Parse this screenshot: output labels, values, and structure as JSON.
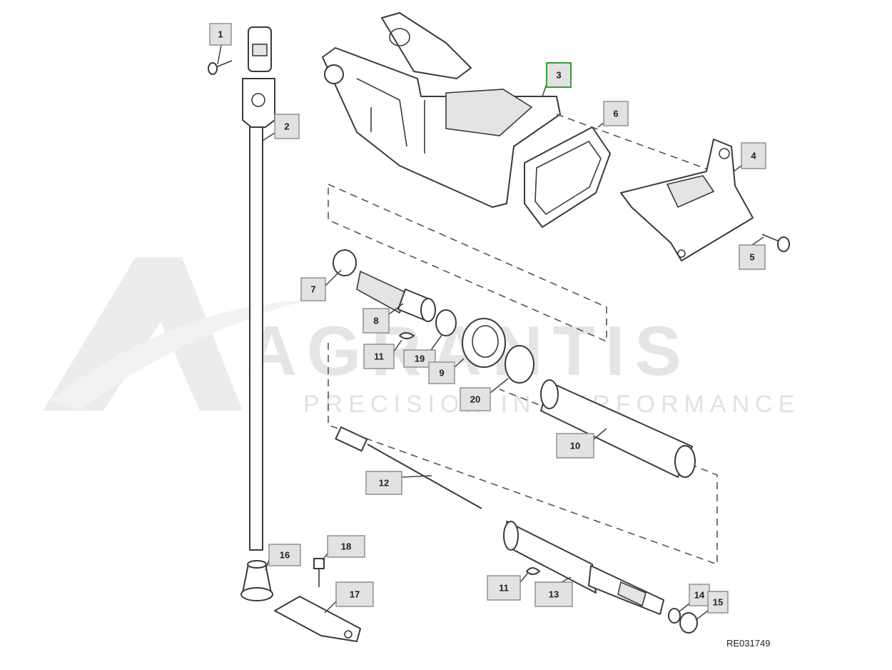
{
  "diagram": {
    "reference_code": "RE031749",
    "watermark": {
      "brand": "AGRANTIS",
      "tagline": "PRECISION IN PERFORMANCE"
    },
    "callouts": [
      {
        "label": "1"
      },
      {
        "label": "2"
      },
      {
        "label": "3",
        "highlighted": true
      },
      {
        "label": "6"
      },
      {
        "label": "4"
      },
      {
        "label": "5"
      },
      {
        "label": "7"
      },
      {
        "label": "8"
      },
      {
        "label": "11"
      },
      {
        "label": "19"
      },
      {
        "label": "9"
      },
      {
        "label": "20"
      },
      {
        "label": "10"
      },
      {
        "label": "12"
      },
      {
        "label": "16"
      },
      {
        "label": "18"
      },
      {
        "label": "17"
      },
      {
        "label": "11"
      },
      {
        "label": "13"
      },
      {
        "label": "14"
      },
      {
        "label": "15"
      }
    ],
    "colors": {
      "highlight": "#3d9b3d",
      "callout_fill": "#e2e2e2",
      "watermark": "#cfd3d3"
    }
  }
}
